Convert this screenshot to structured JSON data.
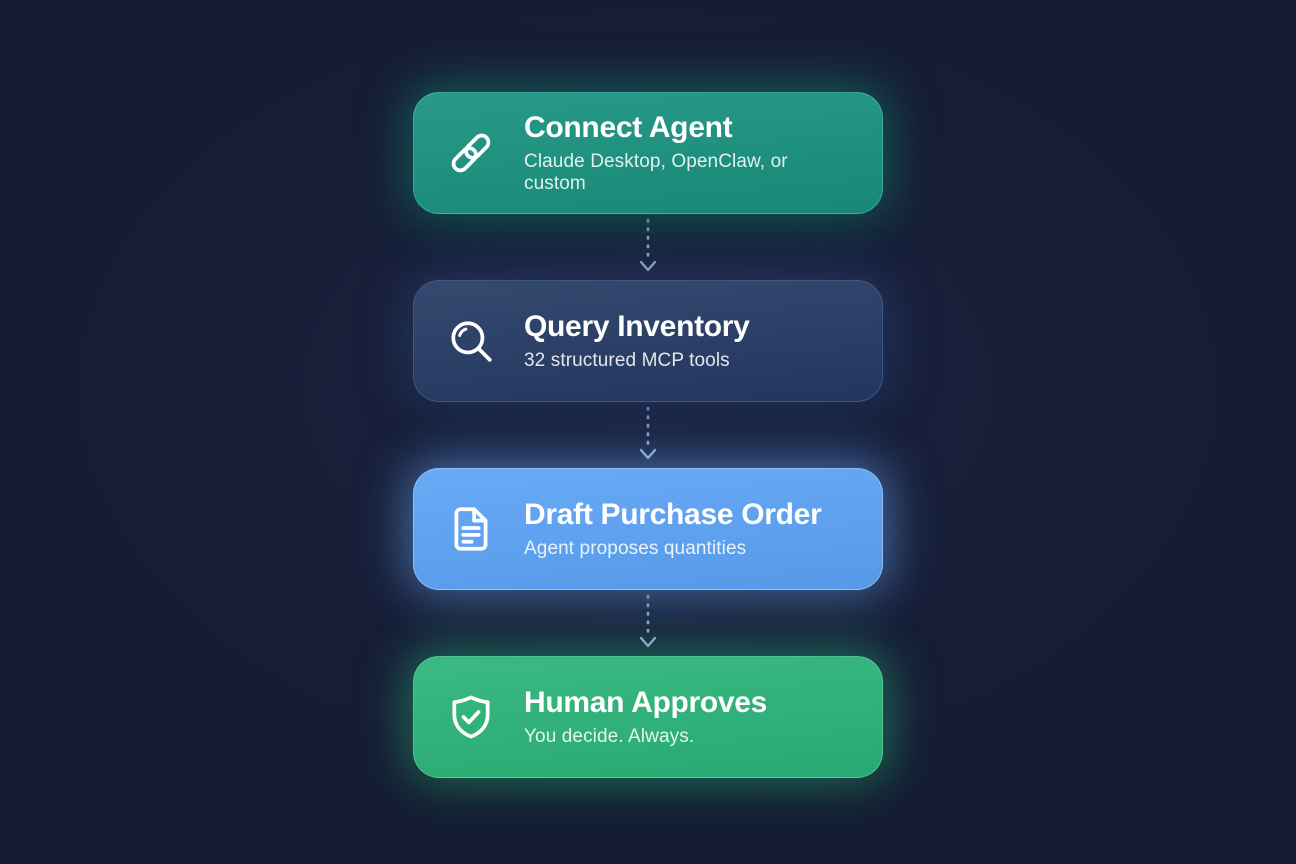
{
  "page": {
    "background_color": "#151c33"
  },
  "flow": {
    "connector_color": "#9fb1d2",
    "steps": [
      {
        "title": "Connect Agent",
        "subtitle": "Claude Desktop, OpenClaw, or custom",
        "icon": "link-icon",
        "color": "#18917d",
        "border": "1px solid rgba(120, 220, 200, 0.35)",
        "glow": "rgba(24, 150, 128, 0.50)"
      },
      {
        "title": "Query Inventory",
        "subtitle": "32 structured MCP tools",
        "icon": "search-icon",
        "color": "#243a63",
        "border": "1.5px solid #3e5587",
        "glow": "rgba(55, 82, 145, 0.45)"
      },
      {
        "title": "Draft Purchase Order",
        "subtitle": "Agent proposes quantities",
        "icon": "document-icon",
        "color": "#5ba3f5",
        "border": "1px solid rgba(205, 228, 255, 0.45)",
        "glow": "rgba(105, 170, 248, 0.55)"
      },
      {
        "title": "Human Approves",
        "subtitle": "You decide. Always.",
        "icon": "shield-check-icon",
        "color": "#2ab379",
        "border": "1px solid rgba(150, 235, 195, 0.35)",
        "glow": "rgba(46, 185, 127, 0.50)"
      }
    ]
  }
}
